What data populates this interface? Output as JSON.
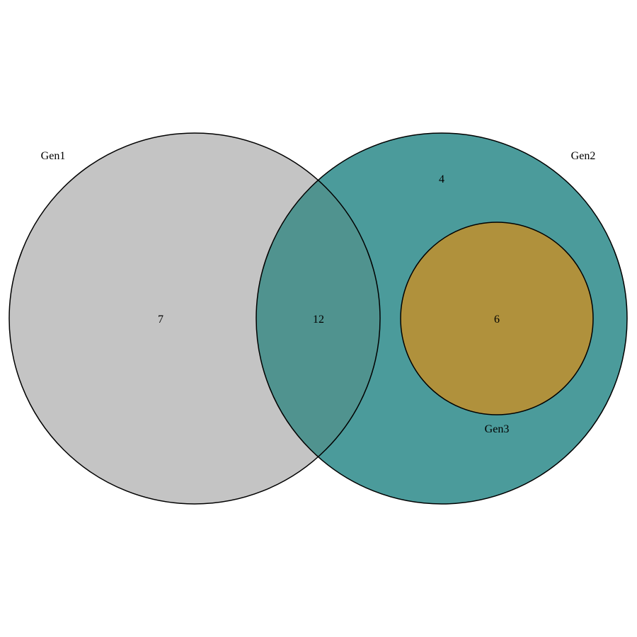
{
  "sets": [
    {
      "label": "Gen1",
      "fill": "#c4c4c4"
    },
    {
      "label": "Gen2",
      "fill": "#4b9b9b"
    },
    {
      "label": "Gen3",
      "fill": "#b0913c"
    }
  ],
  "overlap_fill": "#50938f",
  "outline_color": "#000000",
  "regions": {
    "gen1_only": "7",
    "gen1_gen2": "12",
    "gen2_only": "4",
    "gen3": "6"
  }
}
